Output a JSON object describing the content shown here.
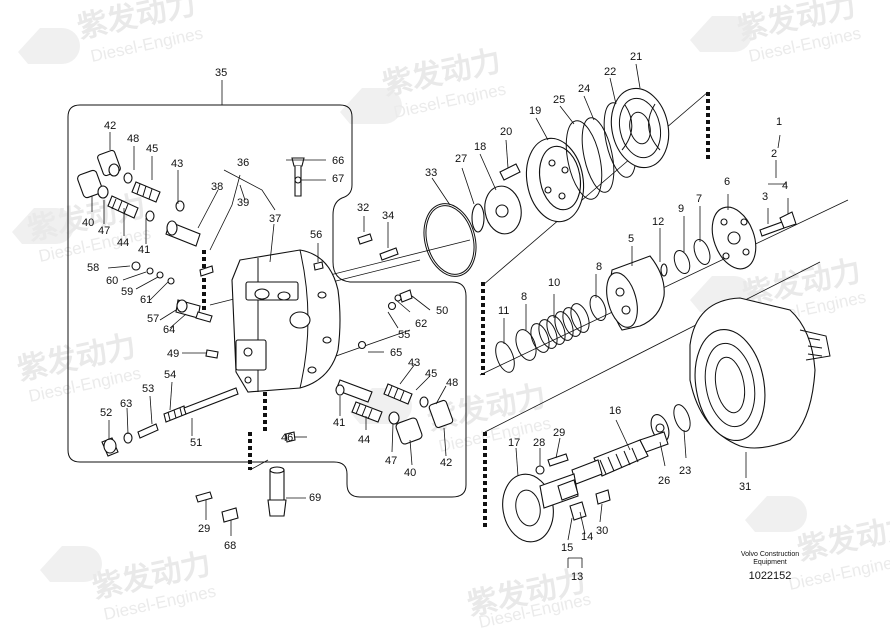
{
  "watermark": {
    "cn": "紫发动力",
    "en": "Diesel-Engines"
  },
  "footer": {
    "maker_line1": "Volvo Construction",
    "maker_line2": "Equipment",
    "drawing_number": "1022152"
  },
  "callouts": [
    "1",
    "2",
    "3",
    "4",
    "5",
    "6",
    "7",
    "8",
    "9",
    "10",
    "11",
    "12",
    "13",
    "14",
    "15",
    "16",
    "17",
    "18",
    "19",
    "20",
    "21",
    "22",
    "23",
    "24",
    "25",
    "26",
    "27",
    "28",
    "29",
    "30",
    "31",
    "32",
    "33",
    "34",
    "35",
    "36",
    "37",
    "38",
    "39",
    "40",
    "41",
    "42",
    "43",
    "44",
    "45",
    "46",
    "47",
    "48",
    "49",
    "50",
    "51",
    "52",
    "53",
    "54",
    "55",
    "56",
    "57",
    "58",
    "59",
    "60",
    "61",
    "62",
    "63",
    "64",
    "65",
    "66",
    "67",
    "68",
    "69"
  ],
  "extra_callouts": {
    "c8b": "8",
    "c29b": "29",
    "c40b": "40",
    "c41b": "41",
    "c42b": "42",
    "c43b": "43",
    "c44b": "44",
    "c45b": "45",
    "c47b": "47",
    "c48b": "48"
  }
}
